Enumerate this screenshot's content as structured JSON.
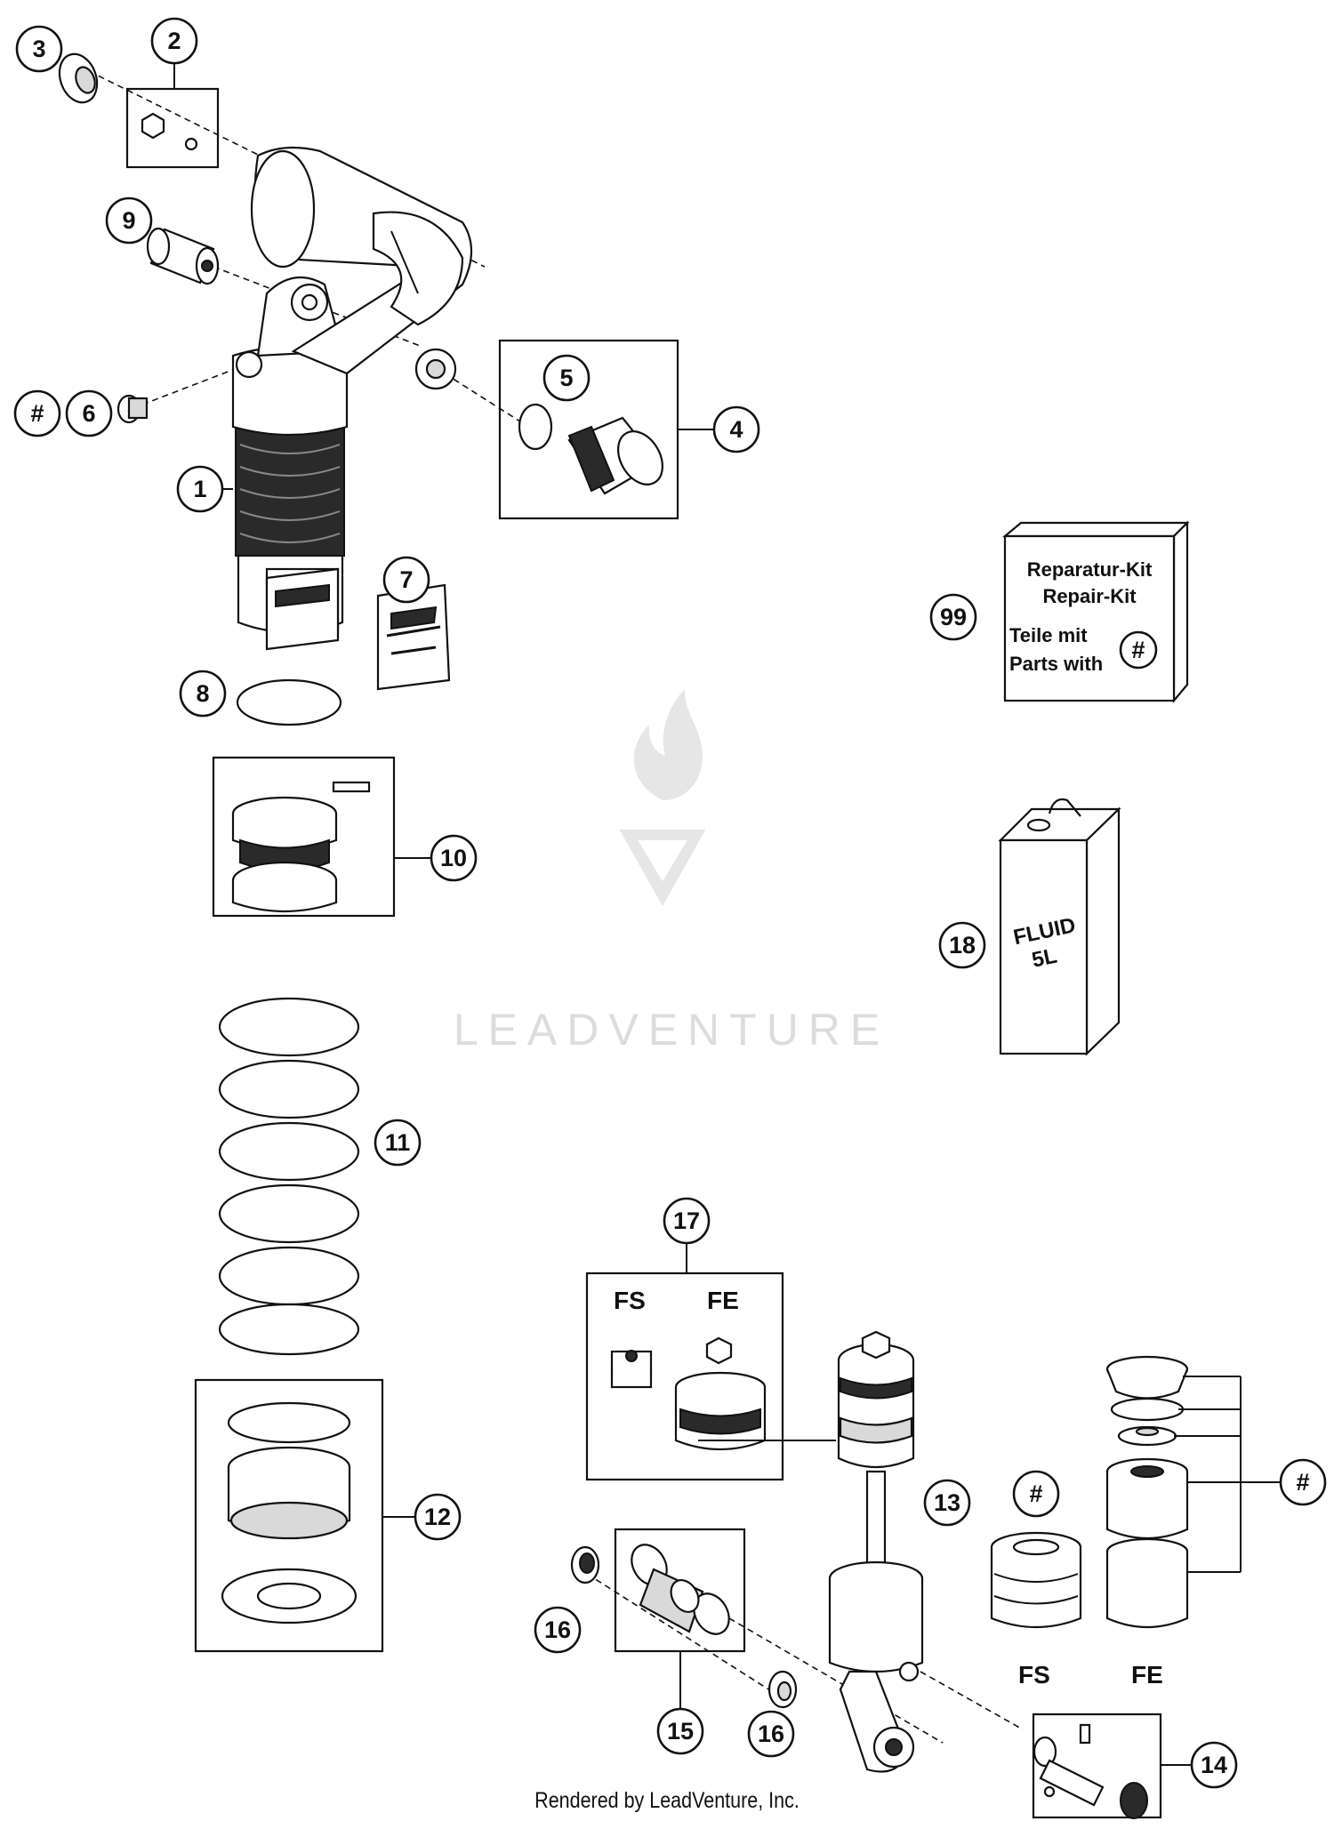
{
  "watermark": {
    "text": "LEADVENTURE"
  },
  "callouts": [
    "1",
    "2",
    "3",
    "4",
    "5",
    "6",
    "7",
    "8",
    "9",
    "10",
    "11",
    "12",
    "13",
    "14",
    "15",
    "16",
    "16",
    "17",
    "18",
    "99",
    "#",
    "#",
    "#"
  ],
  "repair_kit": {
    "line1": "Reparatur-Kit",
    "line2": "Repair-Kit",
    "line3": "Teile mit",
    "line4": "Parts with",
    "mark": "#"
  },
  "fluid_can": {
    "line1": "FLUID",
    "line2": "5L"
  },
  "variants": {
    "fs_top": "FS",
    "fe_top": "FE",
    "fs_bottom": "FS",
    "fe_bottom": "FE"
  },
  "footer": {
    "text": "Rendered by LeadVenture, Inc."
  }
}
